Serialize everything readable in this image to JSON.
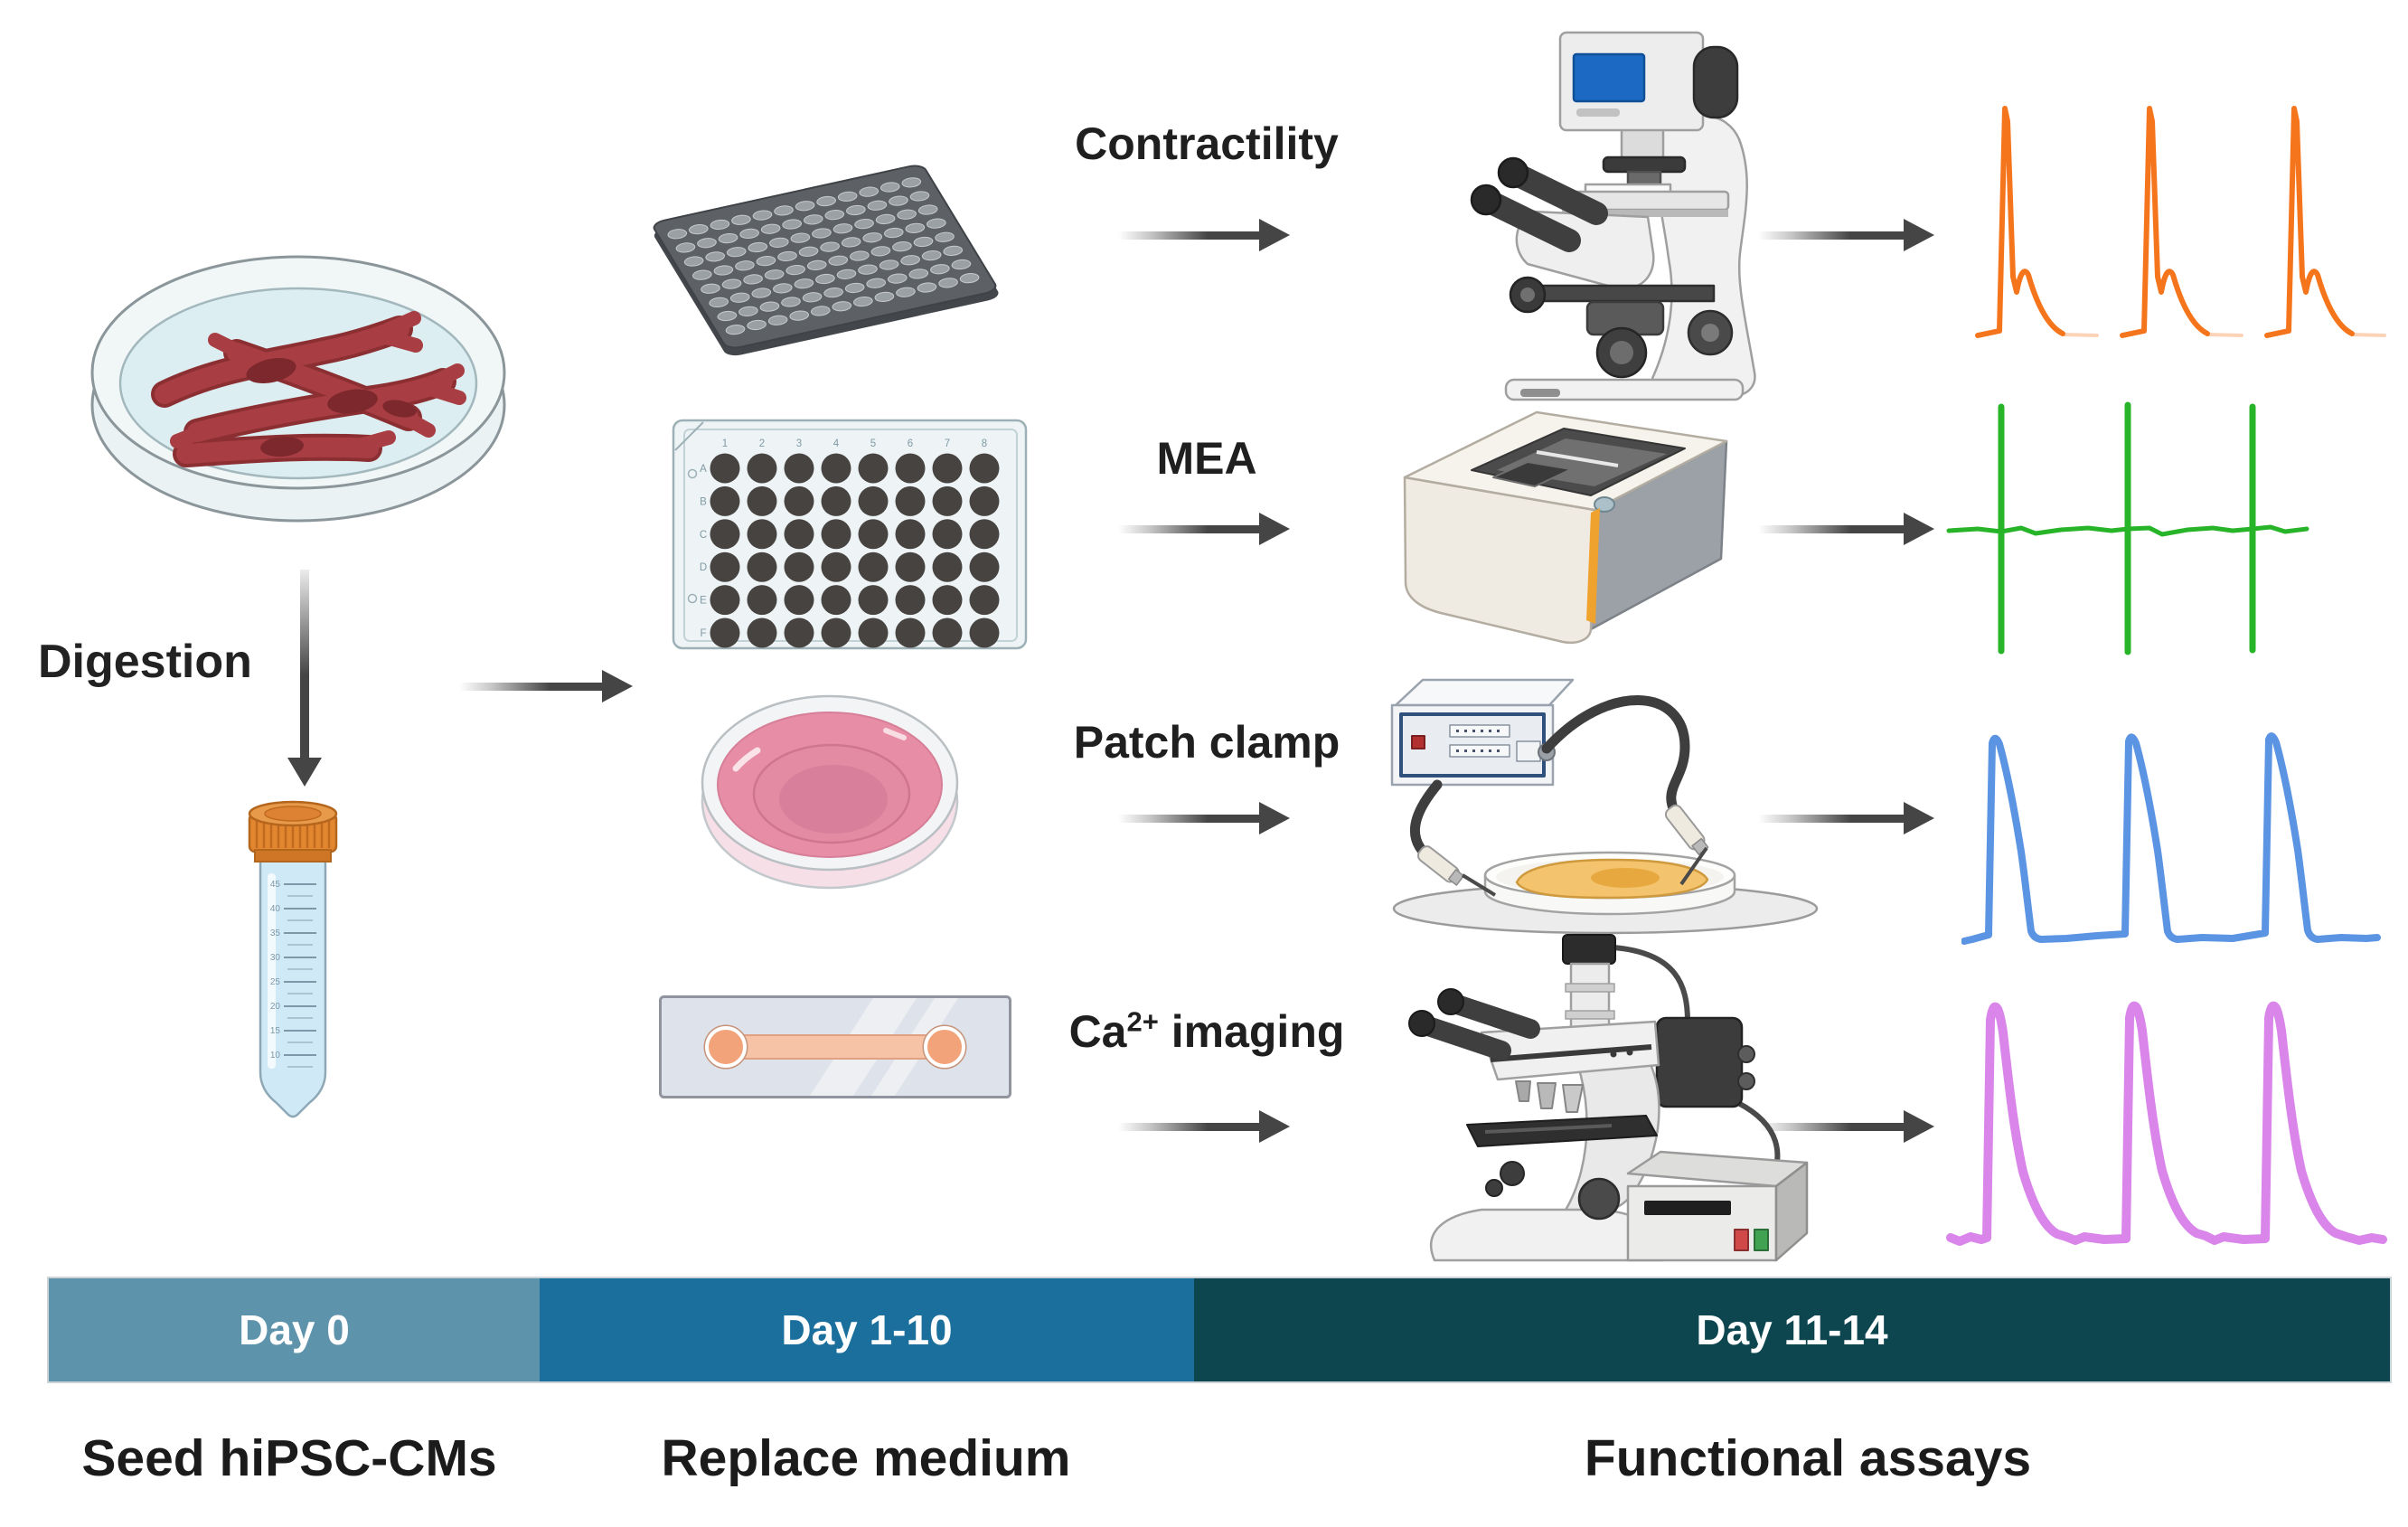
{
  "figure": {
    "background": "#ffffff",
    "arrow_color": "#454545"
  },
  "steps": {
    "digestion_label": "Digestion"
  },
  "assays": [
    {
      "id": "contractility",
      "label": "Contractility",
      "trace_color": "#f5751d",
      "instrument": "inverted-microscope",
      "sample": "96-well-dark-plate"
    },
    {
      "id": "mea",
      "label": "MEA",
      "trace_color": "#28b428",
      "instrument": "mea-recording-device",
      "sample": "48-well-plate"
    },
    {
      "id": "patch-clamp",
      "label": "Patch clamp",
      "trace_color": "#5b94e3",
      "instrument": "patch-clamp-rig",
      "sample": "culture-dish"
    },
    {
      "id": "ca-imaging",
      "label_prefix": "Ca",
      "label_sup": "2+",
      "label_suffix": " imaging",
      "trace_color": "#d985ea",
      "instrument": "fluorescence-microscope",
      "sample": "channel-slide"
    }
  ],
  "timeline": {
    "segments": [
      {
        "label": "Day 0",
        "caption": "Seed hiPSC-CMs",
        "color": "#5e93ac"
      },
      {
        "label": "Day 1-10",
        "caption": "Replace medium",
        "color": "#1a6f9c"
      },
      {
        "label": "Day 11-14",
        "caption": "Functional assays",
        "color": "#0e4650"
      }
    ],
    "text_color": "#ffffff"
  },
  "plate48": {
    "col_labels": [
      "1",
      "2",
      "3",
      "4",
      "5",
      "6",
      "7",
      "8"
    ],
    "row_labels": [
      "A",
      "B",
      "C",
      "D",
      "E",
      "F"
    ]
  },
  "tube": {
    "graduations": [
      "45",
      "40",
      "35",
      "30",
      "25",
      "20",
      "15",
      "10"
    ]
  }
}
